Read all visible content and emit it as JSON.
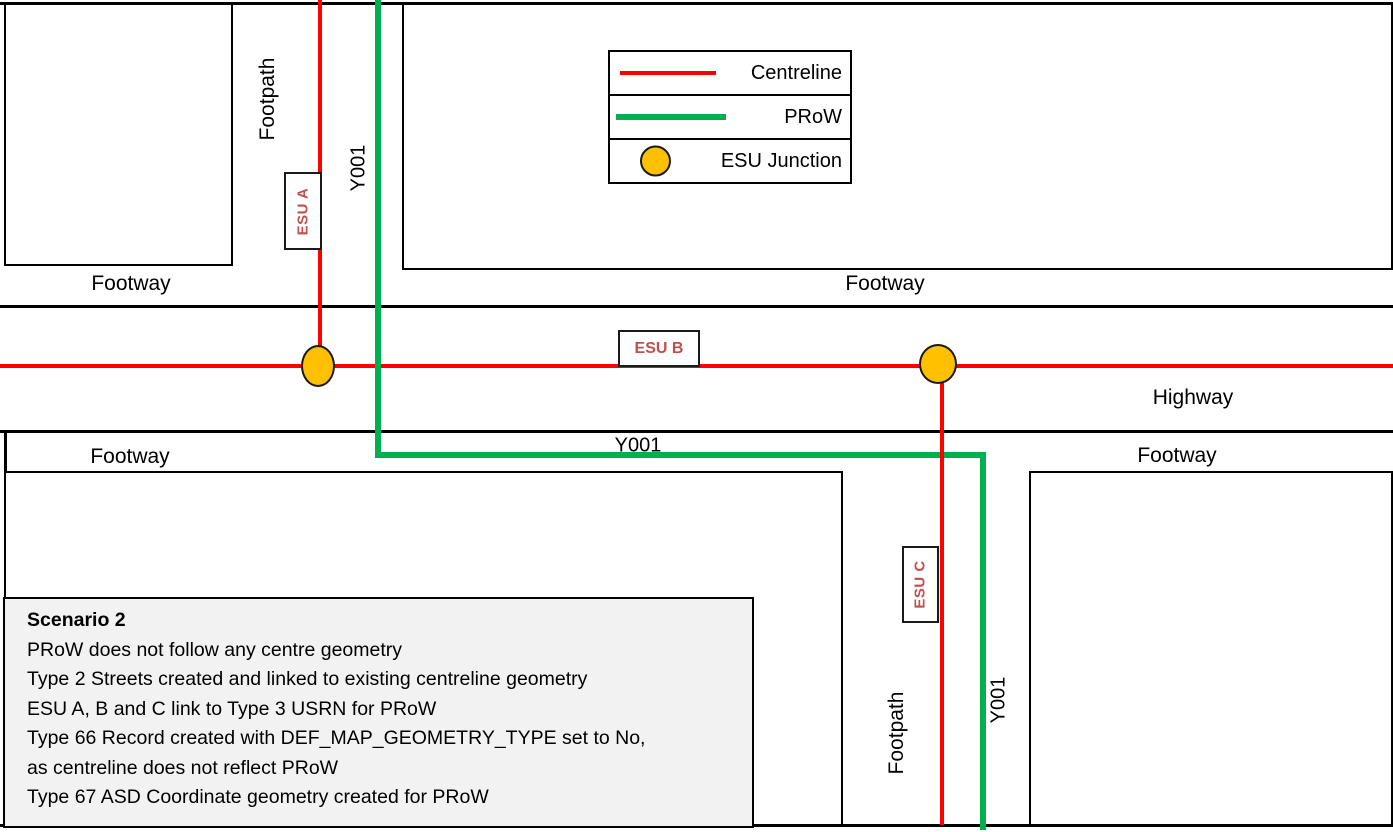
{
  "colors": {
    "centreline": "#FF0000",
    "prow": "#00B050",
    "junction_fill": "#FFC000",
    "esu_label_text": "#C0504D",
    "scenario_background": "#F2F2F2",
    "structure_lines": "#000000"
  },
  "legend": {
    "items": [
      {
        "label": "Centreline",
        "sample": "red-line",
        "color": "#FF0000"
      },
      {
        "label": "PRoW",
        "sample": "green-line",
        "color": "#00B050"
      },
      {
        "label": "ESU Junction",
        "sample": "orange-circle",
        "color": "#FFC000"
      }
    ]
  },
  "labels": {
    "footpath_top": "Footpath",
    "y001_top": "Y001",
    "esu_a": "ESU A",
    "footway_top_left": "Footway",
    "footway_top_right": "Footway",
    "esu_b": "ESU B",
    "highway": "Highway",
    "footway_bottom_left": "Footway",
    "y001_mid": "Y001",
    "footway_bottom_right": "Footway",
    "esu_c": "ESU C",
    "footpath_bottom": "Footpath",
    "y001_bottom": "Y001"
  },
  "scenario": {
    "title": "Scenario 2",
    "lines": [
      "PRoW does not follow any centre geometry",
      "Type 2 Streets created and linked to existing centreline geometry",
      "ESU A, B and C link to Type 3 USRN for PRoW",
      "Type 66 Record created with DEF_MAP_GEOMETRY_TYPE set to No,",
      "as centreline does not reflect PRoW",
      "Type 67 ASD Coordinate geometry created for PRoW"
    ]
  }
}
